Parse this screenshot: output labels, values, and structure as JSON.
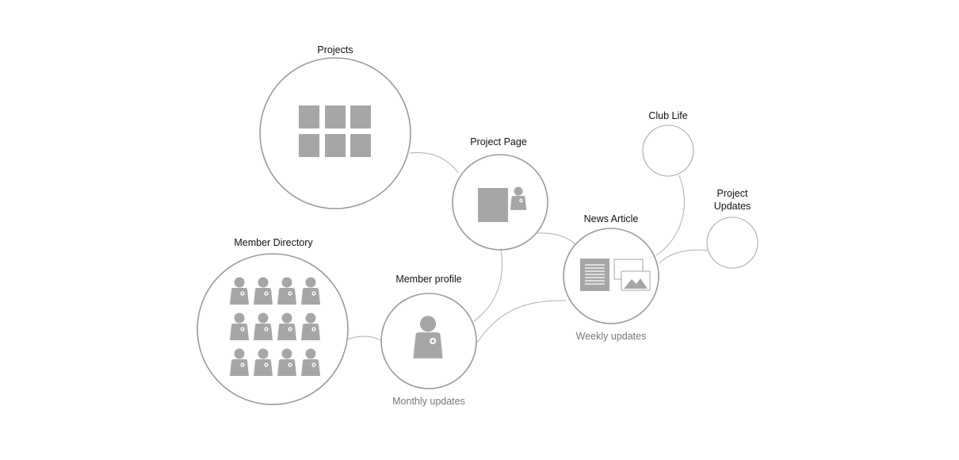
{
  "nodes": {
    "projects": {
      "label": "Projects"
    },
    "project_page": {
      "label": "Project Page"
    },
    "club_life": {
      "label": "Club Life"
    },
    "project_updates": {
      "label": "Project Updates"
    },
    "news_article": {
      "label": "News Article",
      "sublabel": "Weekly updates"
    },
    "member_directory": {
      "label": "Member Directory"
    },
    "member_profile": {
      "label": "Member profile",
      "sublabel": "Monthly updates"
    }
  },
  "colors": {
    "circle_stroke": "#9a9a9a",
    "connector": "#a8a8a8",
    "icon_fill": "#a6a6a6"
  },
  "icons": {
    "projects": "grid-icon",
    "project_page": "page-with-person-icon",
    "news_article": "article-with-images-icon",
    "member_directory": "people-grid-icon",
    "member_profile": "person-icon"
  }
}
